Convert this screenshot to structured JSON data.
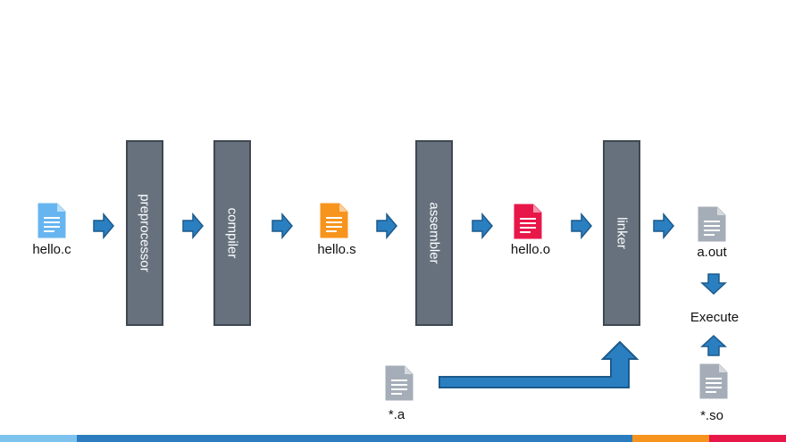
{
  "colors": {
    "stage_fill": "#66717d",
    "stage_border": "#3f4851",
    "arrow_fill": "#2a7fc1",
    "arrow_stroke": "#1c5a8c",
    "file_c": "#67b5f0",
    "file_s": "#f7941d",
    "file_o": "#e8174a",
    "file_gray": "#a5aeb8",
    "bar_light": "#7ec3ee",
    "bar_blue": "#2b7dbf",
    "bar_orange": "#f7941d",
    "bar_red": "#e8174a"
  },
  "stages": {
    "preprocessor": "preprocessor",
    "compiler": "compiler",
    "assembler": "assembler",
    "linker": "linker"
  },
  "files": {
    "hello_c": "hello.c",
    "hello_s": "hello.s",
    "hello_o": "hello.o",
    "a_out": "a.out",
    "static_lib": "*.a",
    "shared_lib": "*.so"
  },
  "execute_label": "Execute",
  "icons": [
    "document-icon",
    "arrow-right-icon",
    "arrow-down-icon",
    "arrow-up-icon"
  ]
}
